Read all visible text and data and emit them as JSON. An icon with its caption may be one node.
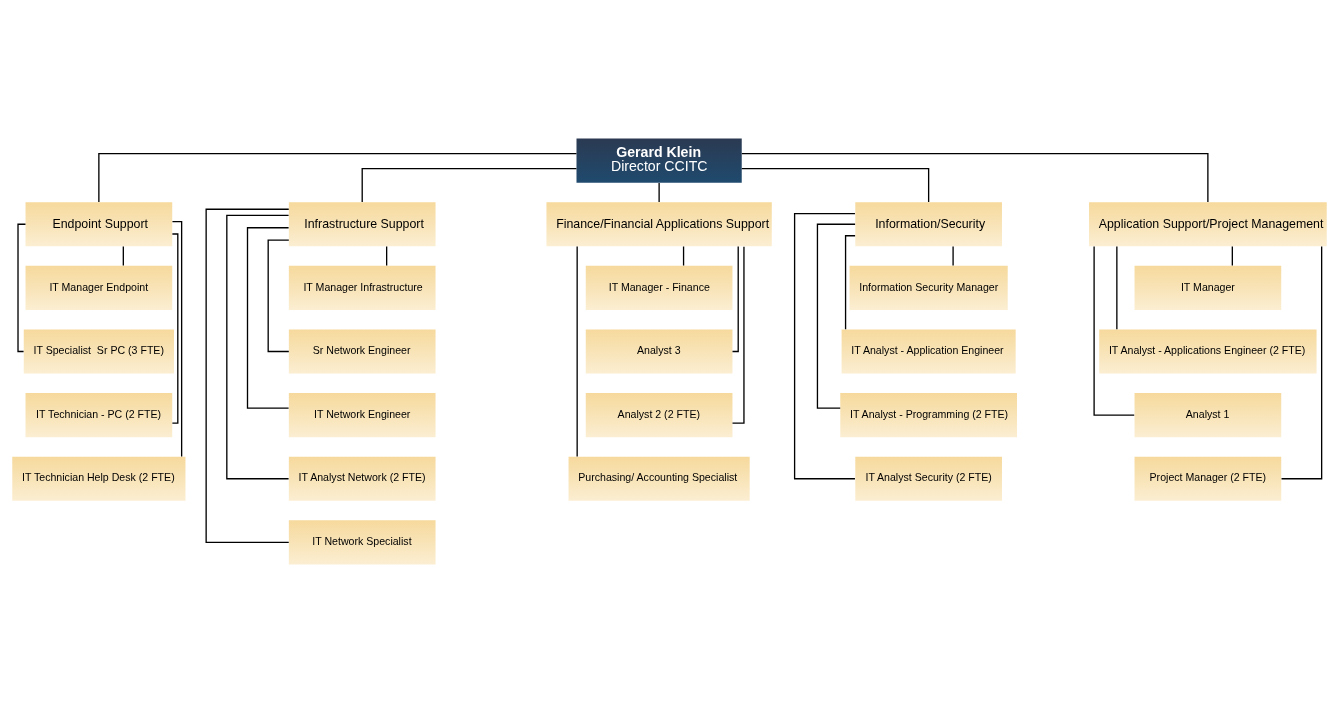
{
  "diagram": {
    "nodes": [
      {
        "text": [
          "Gerard Klein",
          "Director CCITC"
        ]
      },
      {
        "text": [
          "Endpoint Support"
        ]
      },
      {
        "text": [
          "IT Manager Endpoint"
        ]
      },
      {
        "text": [
          "IT Specialist  Sr PC (3 FTE)"
        ]
      },
      {
        "text": [
          "IT Technician - PC (2 FTE)"
        ]
      },
      {
        "text": [
          "IT Technician Help Desk (2 FTE)"
        ]
      },
      {
        "text": [
          "Infrastructure Support"
        ]
      },
      {
        "text": [
          "IT Manager Infrastructure"
        ]
      },
      {
        "text": [
          "Sr Network Engineer"
        ]
      },
      {
        "text": [
          "IT Network Engineer"
        ]
      },
      {
        "text": [
          "IT Analyst Network (2 FTE)"
        ]
      },
      {
        "text": [
          "IT Network Specialist"
        ]
      },
      {
        "text": [
          "Finance/Financial Applications Support"
        ]
      },
      {
        "text": [
          "IT Manager - Finance"
        ]
      },
      {
        "text": [
          "Analyst 3"
        ]
      },
      {
        "text": [
          "Analyst 2 (2 FTE)"
        ]
      },
      {
        "text": [
          "Purchasing/ Accounting Specialist"
        ]
      },
      {
        "text": [
          "Information/Security"
        ]
      },
      {
        "text": [
          "Information Security Manager"
        ]
      },
      {
        "text": [
          "IT Analyst - Application Engineer"
        ]
      },
      {
        "text": [
          "IT Analyst - Programming (2 FTE)"
        ]
      },
      {
        "text": [
          "IT Analyst Security (2 FTE)"
        ]
      },
      {
        "text": [
          "Application Support/Project Management"
        ]
      },
      {
        "text": [
          "IT Manager"
        ]
      },
      {
        "text": [
          "IT Analyst - Applications Engineer (2 FTE)"
        ]
      },
      {
        "text": [
          "Analyst 1"
        ]
      },
      {
        "text": [
          "Project Manager (2 FTE)"
        ]
      }
    ],
    "edges": [
      {
        "from": 0,
        "to": 1,
        "arrow": "none"
      },
      {
        "from": 0,
        "to": 6,
        "arrow": "none"
      },
      {
        "from": 0,
        "to": 12,
        "arrow": "none"
      },
      {
        "from": 0,
        "to": 17,
        "arrow": "none"
      },
      {
        "from": 0,
        "to": 22,
        "arrow": "none"
      },
      {
        "from": 1,
        "to": 2,
        "arrow": "none"
      },
      {
        "from": 1,
        "to": 3,
        "arrow": "none"
      },
      {
        "from": 1,
        "to": 4,
        "arrow": "none"
      },
      {
        "from": 1,
        "to": 5,
        "arrow": "none"
      },
      {
        "from": 6,
        "to": 7,
        "arrow": "none"
      },
      {
        "from": 6,
        "to": 8,
        "arrow": "none"
      },
      {
        "from": 6,
        "to": 9,
        "arrow": "none"
      },
      {
        "from": 6,
        "to": 10,
        "arrow": "none"
      },
      {
        "from": 6,
        "to": 11,
        "arrow": "none"
      },
      {
        "from": 12,
        "to": 13,
        "arrow": "none"
      },
      {
        "from": 12,
        "to": 14,
        "arrow": "none"
      },
      {
        "from": 12,
        "to": 15,
        "arrow": "none"
      },
      {
        "from": 12,
        "to": 16,
        "arrow": "none"
      },
      {
        "from": 17,
        "to": 18,
        "arrow": "none"
      },
      {
        "from": 17,
        "to": 19,
        "arrow": "none"
      },
      {
        "from": 17,
        "to": 20,
        "arrow": "none"
      },
      {
        "from": 17,
        "to": 21,
        "arrow": "none"
      },
      {
        "from": 22,
        "to": 23,
        "arrow": "none"
      },
      {
        "from": 22,
        "to": 24,
        "arrow": "none"
      },
      {
        "from": 22,
        "to": 25,
        "arrow": "none"
      },
      {
        "from": 22,
        "to": 26,
        "arrow": "none"
      }
    ]
  }
}
